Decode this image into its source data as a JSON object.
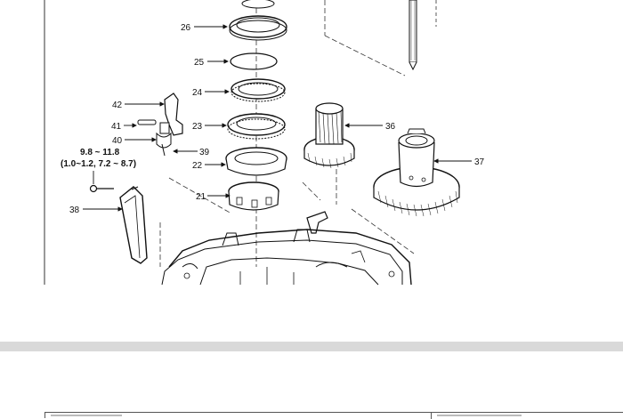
{
  "diagram": {
    "callouts": [
      {
        "id": "26",
        "label": "26"
      },
      {
        "id": "25",
        "label": "25"
      },
      {
        "id": "24",
        "label": "24"
      },
      {
        "id": "23",
        "label": "23"
      },
      {
        "id": "42",
        "label": "42"
      },
      {
        "id": "41",
        "label": "41"
      },
      {
        "id": "40",
        "label": "40"
      },
      {
        "id": "39",
        "label": "39"
      },
      {
        "id": "22",
        "label": "22"
      },
      {
        "id": "21",
        "label": "21"
      },
      {
        "id": "38",
        "label": "38"
      },
      {
        "id": "36",
        "label": "36"
      },
      {
        "id": "37",
        "label": "37"
      }
    ],
    "torque_spec": {
      "line1": "9.8 ~ 11.8",
      "line2": "(1.0~1.2, 7.2 ~ 8.7)"
    }
  },
  "colors": {
    "ink": "#111111",
    "divider": "#d9d9d9",
    "background": "#ffffff"
  }
}
